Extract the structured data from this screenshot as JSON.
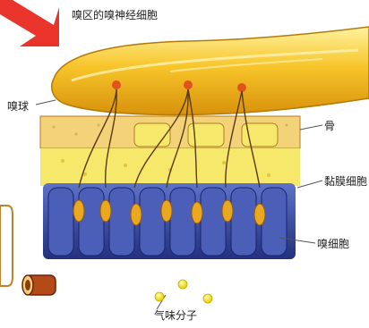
{
  "title": "嗅区的嗅神经细胞",
  "labels": {
    "olfactory_bulb": "嗅球",
    "bone": "骨",
    "mucosa_cells": "黏膜细胞",
    "olfactory_cells": "嗅细胞",
    "odor_molecules": "气味分子"
  },
  "colors": {
    "arrow": "#e8342a",
    "bulb": "#f2b915",
    "bone": "#f3d27a",
    "mucosa": "#f6e86a",
    "cells": "#2f3f9e",
    "nuclei": "#e9a81f",
    "nerve": "#5a3a10"
  }
}
